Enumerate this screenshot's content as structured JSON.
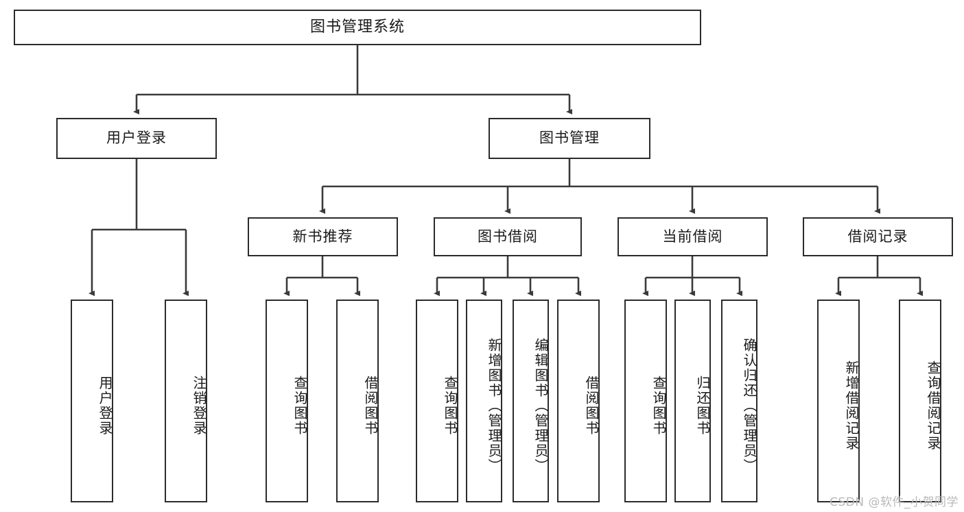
{
  "diagram": {
    "title": "图书管理系统",
    "type": "tree",
    "colors": {
      "border": "#2b2b2b",
      "fill": "#ffffff",
      "text": "#1a1a1a",
      "line": "#3a3a3a",
      "watermark": "#b9b9b9"
    },
    "nodes": {
      "root": {
        "label": "图书管理系统"
      },
      "level2": [
        {
          "id": "user-login",
          "label": "用户登录"
        },
        {
          "id": "book-manage",
          "label": "图书管理"
        }
      ],
      "level3": [
        {
          "id": "new-book-rec",
          "label": "新书推荐"
        },
        {
          "id": "book-borrow",
          "label": "图书借阅"
        },
        {
          "id": "current-borrow",
          "label": "当前借阅"
        },
        {
          "id": "borrow-record",
          "label": "借阅记录"
        }
      ],
      "leaves": [
        {
          "id": "leaf-user-login",
          "label": "用户登录",
          "parent": "user-login"
        },
        {
          "id": "leaf-logout",
          "label": "注销登录",
          "parent": "user-login"
        },
        {
          "id": "leaf-query-book-1",
          "label": "查询图书",
          "parent": "new-book-rec"
        },
        {
          "id": "leaf-borrow-book-1",
          "label": "借阅图书",
          "parent": "new-book-rec"
        },
        {
          "id": "leaf-query-book-2",
          "label": "查询图书",
          "parent": "book-borrow"
        },
        {
          "id": "leaf-add-book",
          "label": "新增图书（管理员）",
          "parent": "book-borrow"
        },
        {
          "id": "leaf-edit-book",
          "label": "编辑图书（管理员）",
          "parent": "book-borrow"
        },
        {
          "id": "leaf-borrow-book-2",
          "label": "借阅图书",
          "parent": "book-borrow"
        },
        {
          "id": "leaf-query-book-3",
          "label": "查询图书",
          "parent": "current-borrow"
        },
        {
          "id": "leaf-return-book",
          "label": "归还图书",
          "parent": "current-borrow"
        },
        {
          "id": "leaf-confirm-return",
          "label": "确认归还（管理员）",
          "parent": "current-borrow"
        },
        {
          "id": "leaf-add-record",
          "label": "新增借阅记录",
          "parent": "borrow-record"
        },
        {
          "id": "leaf-query-record",
          "label": "查询借阅记录",
          "parent": "borrow-record"
        }
      ]
    },
    "watermark": "CSDN @软件_小贺同学"
  }
}
